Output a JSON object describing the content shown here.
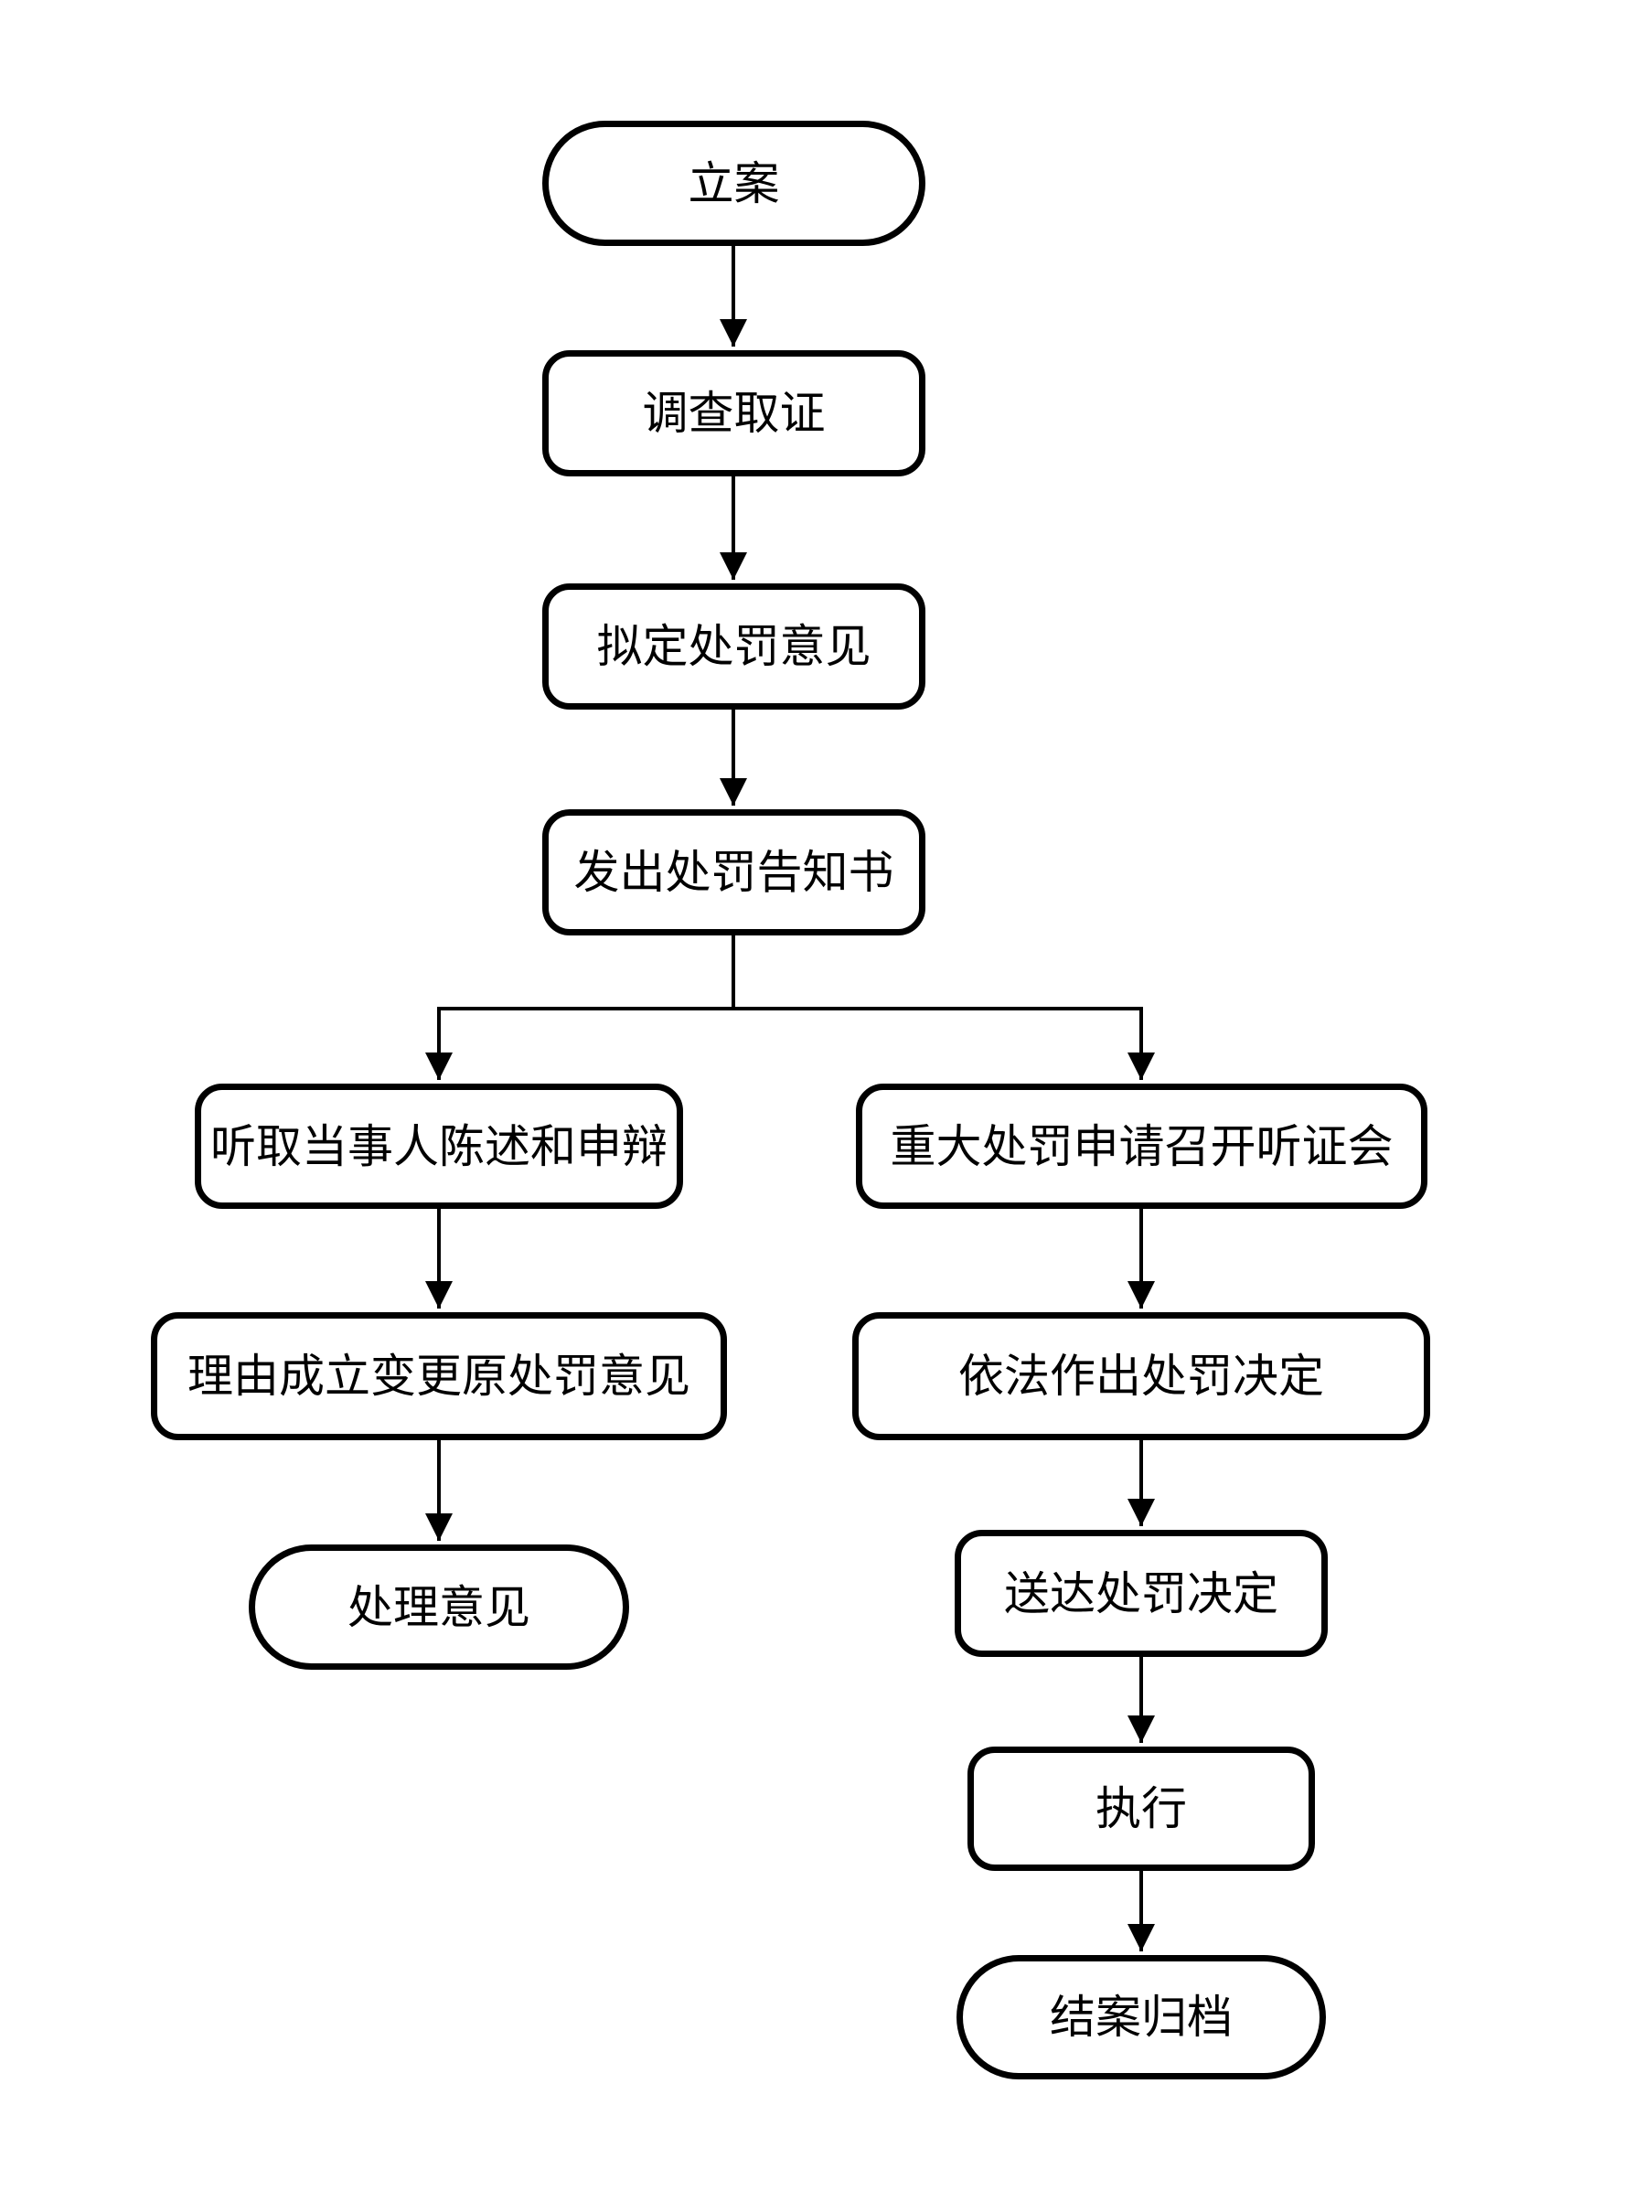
{
  "page": {
    "background_color": "#ffffff"
  },
  "diagram": {
    "type": "flowchart",
    "stroke_color": "#000000",
    "text_color": "#000000",
    "nodes": {
      "filing": {
        "label": "立案",
        "shape": "terminator"
      },
      "investigation": {
        "label": "调查取证",
        "shape": "process"
      },
      "draft_opinion": {
        "label": "拟定处罚意见",
        "shape": "process"
      },
      "notice": {
        "label": "发出处罚告知书",
        "shape": "process"
      },
      "statement": {
        "label": "听取当事人陈述和申辩",
        "shape": "process"
      },
      "hearing": {
        "label": "重大处罚申请召开听证会",
        "shape": "process"
      },
      "change_opinion": {
        "label": "理由成立变更原处罚意见",
        "shape": "process"
      },
      "decision": {
        "label": "依法作出处罚决定",
        "shape": "process"
      },
      "handling_opinion": {
        "label": "处理意见",
        "shape": "terminator"
      },
      "deliver": {
        "label": "送达处罚决定",
        "shape": "process"
      },
      "execute": {
        "label": "执行",
        "shape": "process"
      },
      "archive": {
        "label": "结案归档",
        "shape": "terminator"
      }
    },
    "edges": [
      {
        "from": "filing",
        "to": "investigation"
      },
      {
        "from": "investigation",
        "to": "draft_opinion"
      },
      {
        "from": "draft_opinion",
        "to": "notice"
      },
      {
        "from": "notice",
        "to": "statement"
      },
      {
        "from": "notice",
        "to": "hearing"
      },
      {
        "from": "statement",
        "to": "change_opinion"
      },
      {
        "from": "change_opinion",
        "to": "handling_opinion"
      },
      {
        "from": "hearing",
        "to": "decision"
      },
      {
        "from": "decision",
        "to": "deliver"
      },
      {
        "from": "deliver",
        "to": "execute"
      },
      {
        "from": "execute",
        "to": "archive"
      }
    ]
  }
}
